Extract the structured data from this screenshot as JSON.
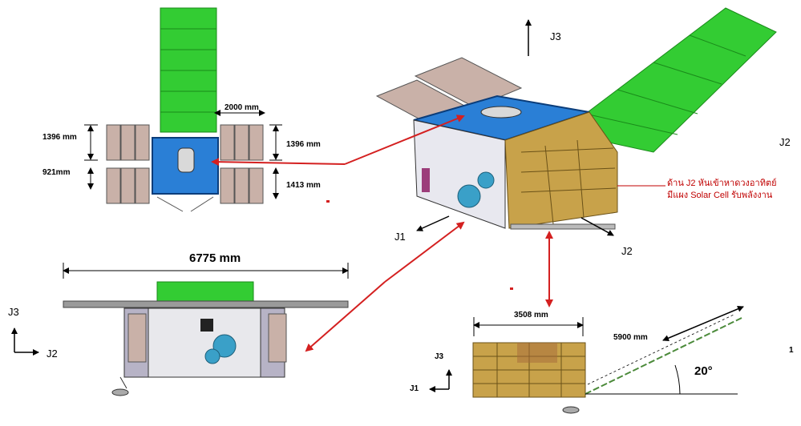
{
  "top_view": {
    "dims": {
      "left_top": "1396 mm",
      "left_bottom": "921mm",
      "panel_width": "2000 mm",
      "right_top": "1396 mm",
      "right_bottom": "1413 mm"
    }
  },
  "side_view": {
    "span": "6775 mm",
    "axis_up": "J3",
    "axis_right": "J2"
  },
  "iso_view": {
    "axis_j3": "J3",
    "axis_j1": "J1",
    "axis_j2": "J2",
    "edge_j2": "J2",
    "annotation_line1": "ด้าน J2 หันเข้าหาดวงอาทิตย์",
    "annotation_line2": "มีแผง Solar Cell รับพลังงาน"
  },
  "tilt_view": {
    "body_width": "3508 mm",
    "panel_length": "5900 mm",
    "angle": "20°",
    "axis_up": "J3",
    "axis_left": "J1",
    "edge_label": "1"
  },
  "colors": {
    "solar_green": "#33cc33",
    "body_blue": "#2a7fd6",
    "panel_tan": "#c9b1a8",
    "gold": "#c8a24a",
    "arrow_red": "#d42020"
  }
}
